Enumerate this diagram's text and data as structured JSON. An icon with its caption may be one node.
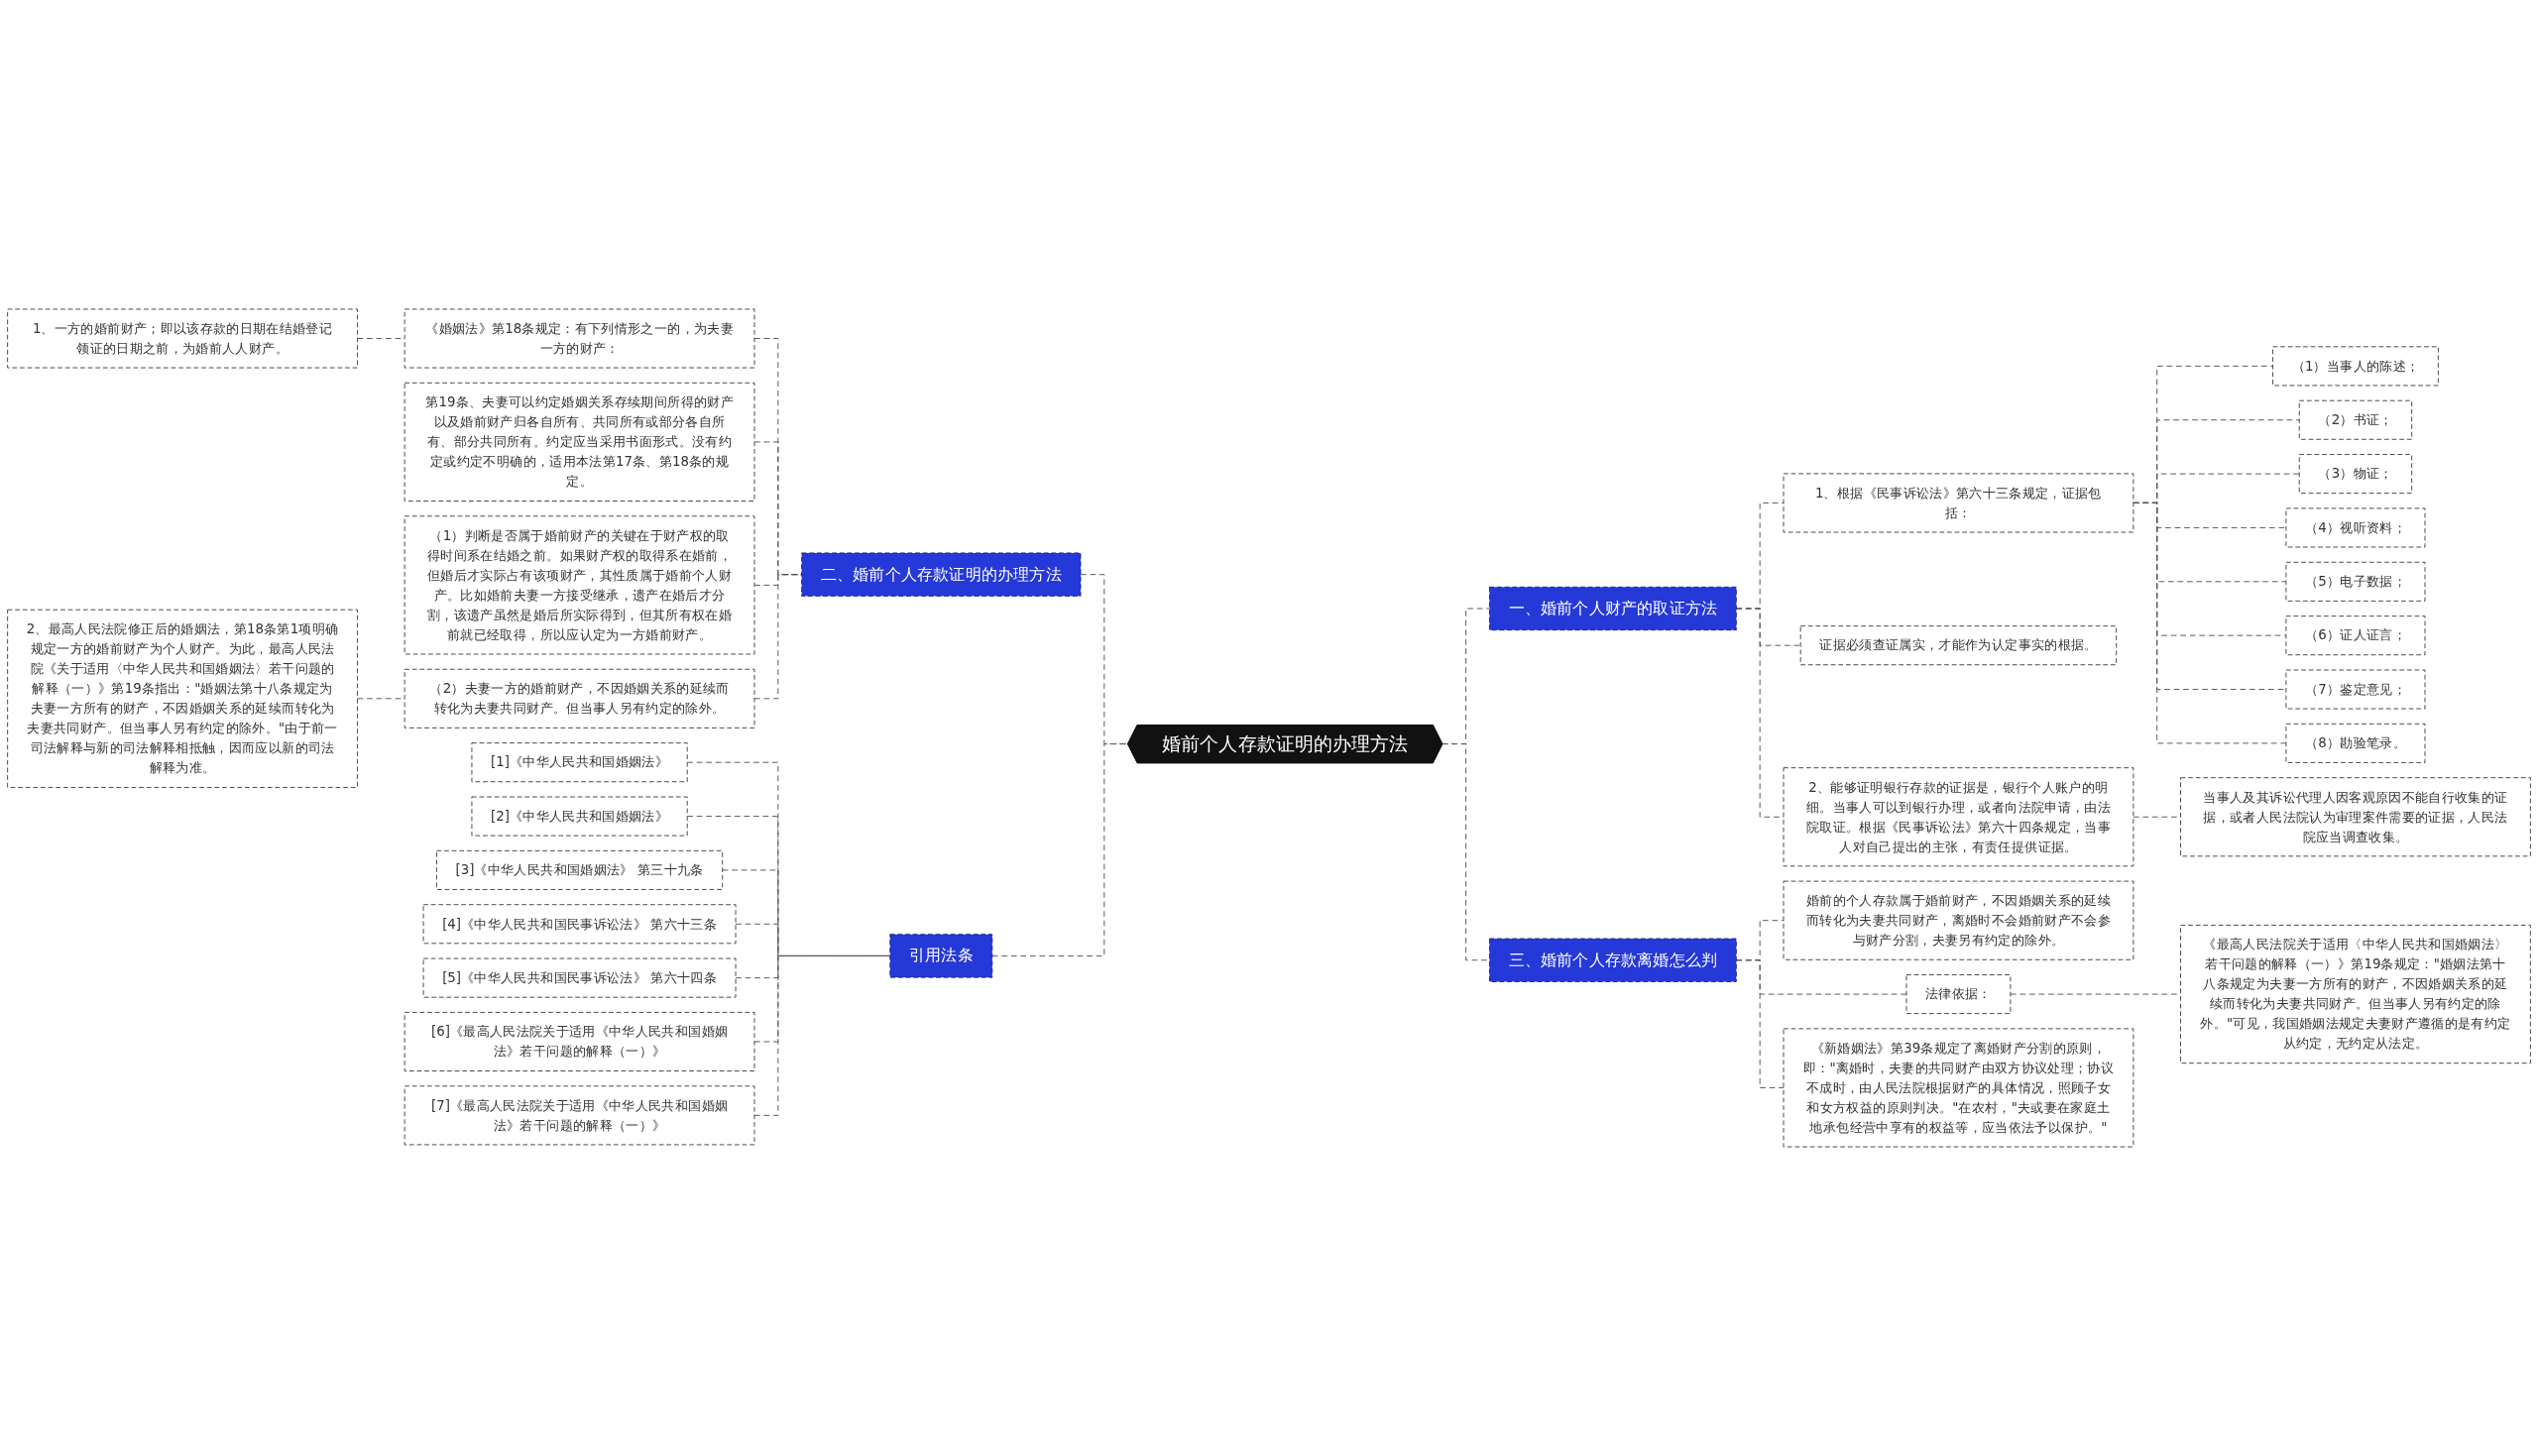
{
  "diagram": {
    "nodes": [
      {
        "text": [
          "婚前个人存款证明的办理方法"
        ]
      },
      {
        "text": [
          "一、婚前个人财产的取证方法"
        ]
      },
      {
        "text": [
          "1、根据《民事诉讼法》第六十三条规定，证据包括："
        ]
      },
      {
        "text": [
          "（1）当事人的陈述；"
        ]
      },
      {
        "text": [
          "（2）书证；"
        ]
      },
      {
        "text": [
          "（3）物证；"
        ]
      },
      {
        "text": [
          "（4）视听资料；"
        ]
      },
      {
        "text": [
          "（5）电子数据；"
        ]
      },
      {
        "text": [
          "（6）证人证言；"
        ]
      },
      {
        "text": [
          "（7）鉴定意见；"
        ]
      },
      {
        "text": [
          "（8）勘验笔录。"
        ]
      },
      {
        "text": [
          "证据必须查证属实，才能作为认定事实的根据。"
        ]
      },
      {
        "text": [
          "2、能够证明银行存款的证据是，银行个人账户的明细。当事人可以到银行办理，或者向法院申请，由法院取证。根据《民事诉讼法》第六十四条规定，当事人对自己提出的主张，有责任提供证据。"
        ]
      },
      {
        "text": [
          "当事人及其诉讼代理人因客观原因不能自行收集的证据，或者人民法院认为审理案件需要的证据，人民法院应当调查收集。"
        ]
      },
      {
        "text": [
          "二、婚前个人存款证明的办理方法"
        ]
      },
      {
        "text": [
          "《婚姻法》第18条规定：有下列情形之一的，为夫妻一方的财产："
        ]
      },
      {
        "text": [
          "1、一方的婚前财产；即以该存款的日期在结婚登记领证的日期之前，为婚前人人财产。"
        ]
      },
      {
        "text": [
          "第19条、夫妻可以约定婚姻关系存续期间所得的财产以及婚前财产归各自所有、共同所有或部分各自所有、部分共同所有。约定应当采用书面形式。没有约定或约定不明确的，适用本法第17条、第18条的规定。"
        ]
      },
      {
        "text": [
          "（1）判断是否属于婚前财产的关键在于财产权的取得时间系在结婚之前。如果财产权的取得系在婚前，但婚后才实际占有该项财产，其性质属于婚前个人财产。比如婚前夫妻一方接受继承，遗产在婚后才分割，该遗产虽然是婚后所实际得到，但其所有权在婚前就已经取得，所以应认定为一方婚前财产。"
        ]
      },
      {
        "text": [
          "（2）夫妻一方的婚前财产，不因婚姻关系的延续而转化为夫妻共同财产。但当事人另有约定的除外。"
        ]
      },
      {
        "text": [
          "2、最高人民法院修正后的婚姻法，第18条第1项明确规定一方的婚前财产为个人财产。为此，最高人民法院《关于适用〈中华人民共和国婚姻法〉若干问题的解释（一）》第19条指出：\"婚姻法第十八条规定为夫妻一方所有的财产，不因婚姻关系的延续而转化为夫妻共同财产。但当事人另有约定的除外。\"由于前一司法解释与新的司法解释相抵触，因而应以新的司法解释为准。"
        ]
      },
      {
        "text": [
          "三、婚前个人存款离婚怎么判"
        ]
      },
      {
        "text": [
          "婚前的个人存款属于婚前财产，不因婚姻关系的延续而转化为夫妻共同财产，离婚时不会婚前财产不会参与财产分割，夫妻另有约定的除外。"
        ]
      },
      {
        "text": [
          "法律依据："
        ]
      },
      {
        "text": [
          "《最高人民法院关于适用〈中华人民共和国婚姻法〉若干问题的解释（一）》第19条规定：\"婚姻法第十八条规定为夫妻一方所有的财产，不因婚姻关系的延续而转化为夫妻共同财产。但当事人另有约定的除外。\"可见，我国婚姻法规定夫妻财产遵循的是有约定从约定，无约定从法定。"
        ]
      },
      {
        "text": [
          "《新婚姻法》第39条规定了离婚财产分割的原则，即：\"离婚时，夫妻的共同财产由双方协议处理；协议不成时，由人民法院根据财产的具体情况，照顾子女和女方权益的原则判决。\"在农村，\"夫或妻在家庭土地承包经营中享有的权益等，应当依法予以保护。\""
        ]
      },
      {
        "text": [
          "引用法条"
        ]
      },
      {
        "text": [
          "[1]《中华人民共和国婚姻法》"
        ]
      },
      {
        "text": [
          "[2]《中华人民共和国婚姻法》"
        ]
      },
      {
        "text": [
          "[3]《中华人民共和国婚姻法》 第三十九条"
        ]
      },
      {
        "text": [
          "[4]《中华人民共和国民事诉讼法》 第六十三条"
        ]
      },
      {
        "text": [
          "[5]《中华人民共和国民事诉讼法》 第六十四条"
        ]
      },
      {
        "text": [
          "[6]《最高人民法院关于适用《中华人民共和国婚姻法》若干问题的解释（一）》"
        ]
      },
      {
        "text": [
          "[7]《最高人民法院关于适用《中华人民共和国婚姻法》若干问题的解释（一）》"
        ]
      }
    ],
    "edges": [
      {
        "from": 0,
        "to": 1,
        "arrow": "none",
        "style": "dashed"
      },
      {
        "from": 1,
        "to": 2,
        "arrow": "none",
        "style": "dashed"
      },
      {
        "from": 2,
        "to": 3,
        "arrow": "none",
        "style": "dashed"
      },
      {
        "from": 2,
        "to": 4,
        "arrow": "none",
        "style": "dashed"
      },
      {
        "from": 2,
        "to": 5,
        "arrow": "none",
        "style": "dashed"
      },
      {
        "from": 2,
        "to": 6,
        "arrow": "none",
        "style": "dashed"
      },
      {
        "from": 2,
        "to": 7,
        "arrow": "none",
        "style": "dashed"
      },
      {
        "from": 2,
        "to": 8,
        "arrow": "none",
        "style": "dashed"
      },
      {
        "from": 2,
        "to": 9,
        "arrow": "none",
        "style": "dashed"
      },
      {
        "from": 2,
        "to": 10,
        "arrow": "none",
        "style": "dashed"
      },
      {
        "from": 1,
        "to": 11,
        "arrow": "none",
        "style": "dashed"
      },
      {
        "from": 1,
        "to": 12,
        "arrow": "none",
        "style": "dashed"
      },
      {
        "from": 12,
        "to": 13,
        "arrow": "none",
        "style": "dashed"
      },
      {
        "from": 14,
        "to": 0,
        "arrow": "none",
        "style": "dashed"
      },
      {
        "from": 15,
        "to": 14,
        "arrow": "none",
        "style": "dashed"
      },
      {
        "from": 16,
        "to": 15,
        "arrow": "none",
        "style": "dashed"
      },
      {
        "from": 17,
        "to": 14,
        "arrow": "none",
        "style": "dashed"
      },
      {
        "from": 18,
        "to": 14,
        "arrow": "none",
        "style": "dashed"
      },
      {
        "from": 19,
        "to": 14,
        "arrow": "none",
        "style": "dashed"
      },
      {
        "from": 20,
        "to": 19,
        "arrow": "none",
        "style": "dashed"
      },
      {
        "from": 0,
        "to": 21,
        "arrow": "none",
        "style": "dashed"
      },
      {
        "from": 21,
        "to": 22,
        "arrow": "none",
        "style": "dashed"
      },
      {
        "from": 21,
        "to": 23,
        "arrow": "none",
        "style": "dashed"
      },
      {
        "from": 23,
        "to": 24,
        "arrow": "none",
        "style": "dashed"
      },
      {
        "from": 21,
        "to": 25,
        "arrow": "none",
        "style": "dashed"
      },
      {
        "from": 26,
        "to": 0,
        "arrow": "none",
        "style": "dashed"
      },
      {
        "from": 27,
        "to": 26,
        "arrow": "none",
        "style": "dashed"
      },
      {
        "from": 28,
        "to": 26,
        "arrow": "none",
        "style": "dashed"
      },
      {
        "from": 29,
        "to": 26,
        "arrow": "none",
        "style": "dashed"
      },
      {
        "from": 30,
        "to": 26,
        "arrow": "none",
        "style": "dashed"
      },
      {
        "from": 31,
        "to": 26,
        "arrow": "none",
        "style": "dashed"
      },
      {
        "from": 32,
        "to": 26,
        "arrow": "none",
        "style": "dashed"
      },
      {
        "from": 33,
        "to": 26,
        "arrow": "none",
        "style": "dashed"
      }
    ]
  }
}
